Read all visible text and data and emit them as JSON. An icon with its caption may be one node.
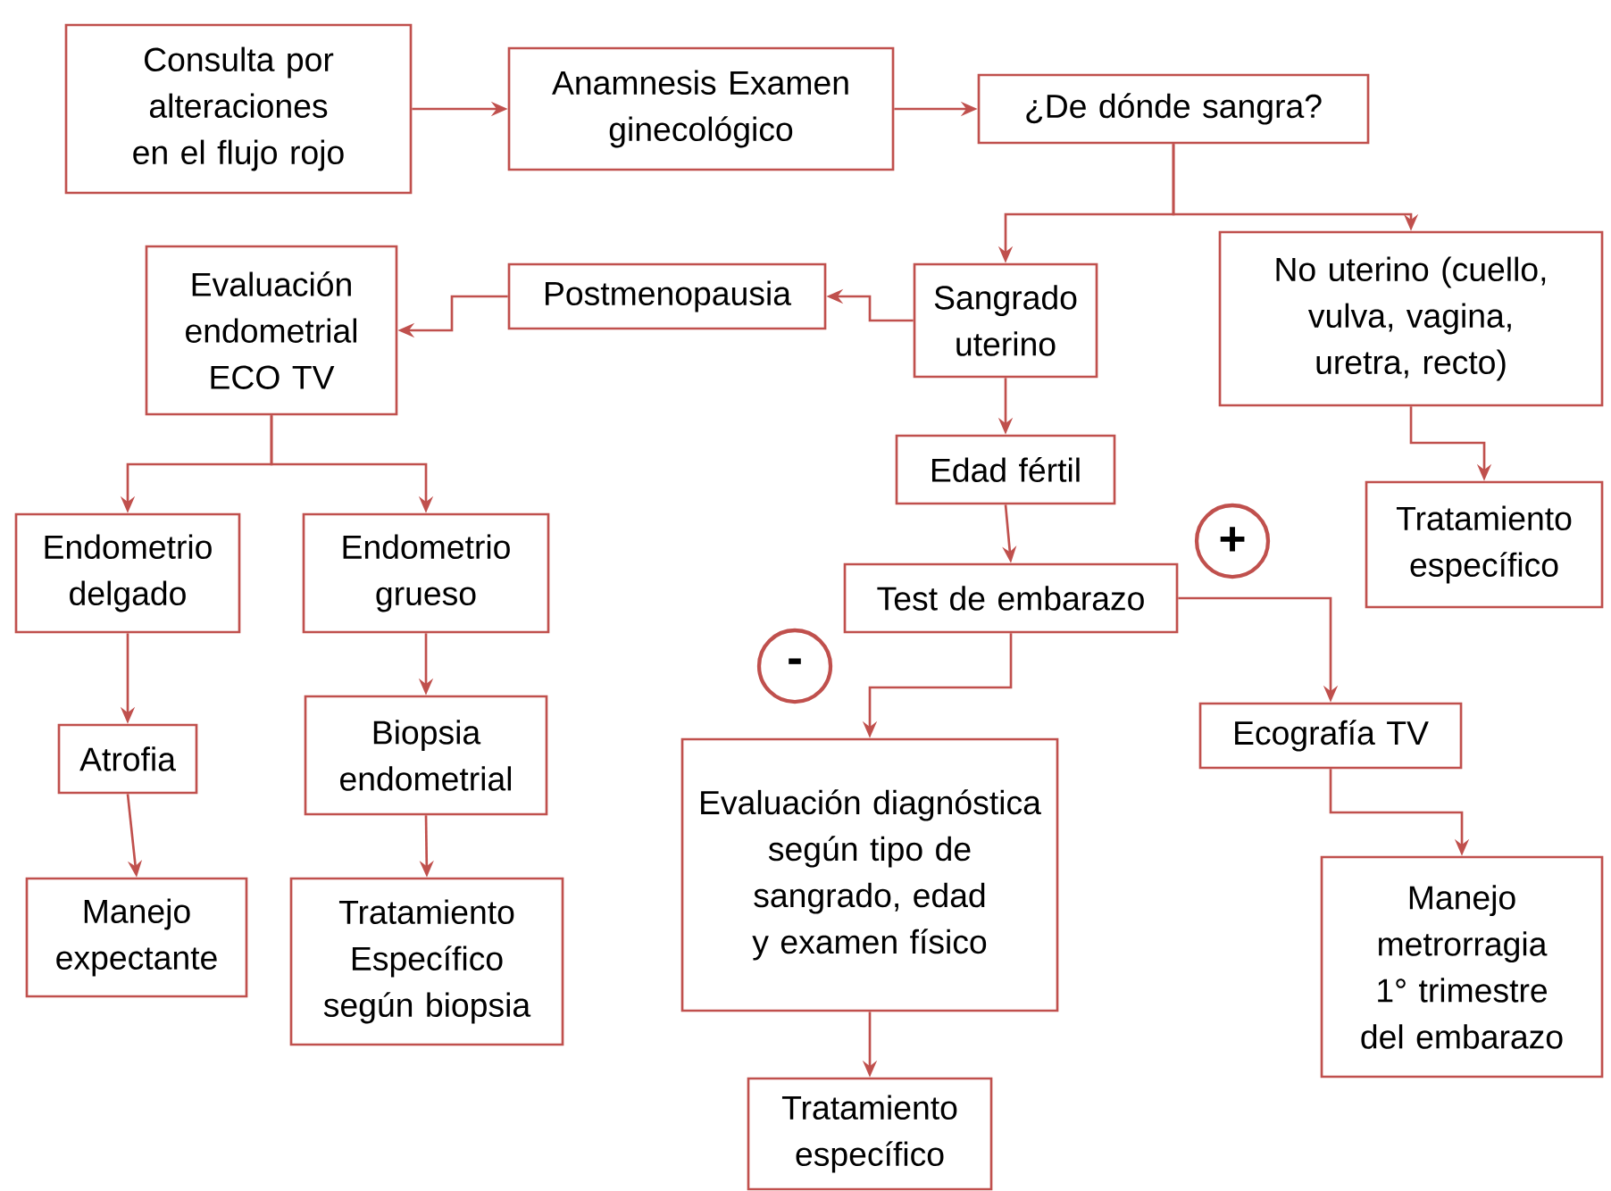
{
  "diagram": {
    "nodes": [
      {
        "text": [
          "Consulta por alteraciones en el flujo rojo"
        ]
      },
      {
        "text": [
          "Anamnesis Examen ginecológico"
        ]
      },
      {
        "text": [
          "¿De dónde sangra?"
        ]
      },
      {
        "text": [
          "Evaluación endometrial ECO TV"
        ]
      },
      {
        "text": [
          "Postmenopausia"
        ]
      },
      {
        "text": [
          "Sangrado uterino"
        ]
      },
      {
        "text": [
          "No uterino (cuello, vulva, vagina, uretra, recto)"
        ]
      },
      {
        "text": [
          "Edad fértil"
        ]
      },
      {
        "text": [
          "Endometrio delgado"
        ]
      },
      {
        "text": [
          "Endometrio grueso"
        ]
      },
      {
        "text": [
          "Tratamiento específico"
        ]
      },
      {
        "text": [
          "+"
        ]
      },
      {
        "text": [
          "Test de embarazo"
        ]
      },
      {
        "text": [
          "-"
        ]
      },
      {
        "text": [
          "Atrofia"
        ]
      },
      {
        "text": [
          "Biopsia endometrial"
        ]
      },
      {
        "text": [
          "Evaluación diagnóstica según tipo de sangrado, edad y examen físico"
        ]
      },
      {
        "text": [
          "Ecografía TV"
        ]
      },
      {
        "text": [
          "Manejo expectante"
        ]
      },
      {
        "text": [
          "Tratamiento Específico según biopsia"
        ]
      },
      {
        "text": [
          "Manejo metrorragia 1° trimestre del embarazo"
        ]
      },
      {
        "text": [
          "Tratamiento específico"
        ]
      }
    ],
    "edges": [
      {
        "from": 0,
        "to": 1,
        "arrow": "to"
      },
      {
        "from": 1,
        "to": 2,
        "arrow": "to"
      },
      {
        "from": 2,
        "to": 5,
        "arrow": "to"
      },
      {
        "from": 2,
        "to": 6,
        "arrow": "to"
      },
      {
        "from": 5,
        "to": 4,
        "arrow": "to"
      },
      {
        "from": 4,
        "to": 3,
        "arrow": "to"
      },
      {
        "from": 3,
        "to": 8,
        "arrow": "to"
      },
      {
        "from": 3,
        "to": 9,
        "arrow": "to"
      },
      {
        "from": 5,
        "to": 7,
        "arrow": "to"
      },
      {
        "from": 6,
        "to": 10,
        "arrow": "to"
      },
      {
        "from": 7,
        "to": 12,
        "arrow": "to"
      },
      {
        "from": 12,
        "to": 16,
        "arrow": "to"
      },
      {
        "from": 12,
        "to": 17,
        "arrow": "to"
      },
      {
        "from": 8,
        "to": 14,
        "arrow": "to"
      },
      {
        "from": 9,
        "to": 15,
        "arrow": "to"
      },
      {
        "from": 14,
        "to": 18,
        "arrow": "to"
      },
      {
        "from": 15,
        "to": 19,
        "arrow": "to"
      },
      {
        "from": 17,
        "to": 20,
        "arrow": "to"
      },
      {
        "from": 16,
        "to": 21,
        "arrow": "to"
      }
    ]
  }
}
